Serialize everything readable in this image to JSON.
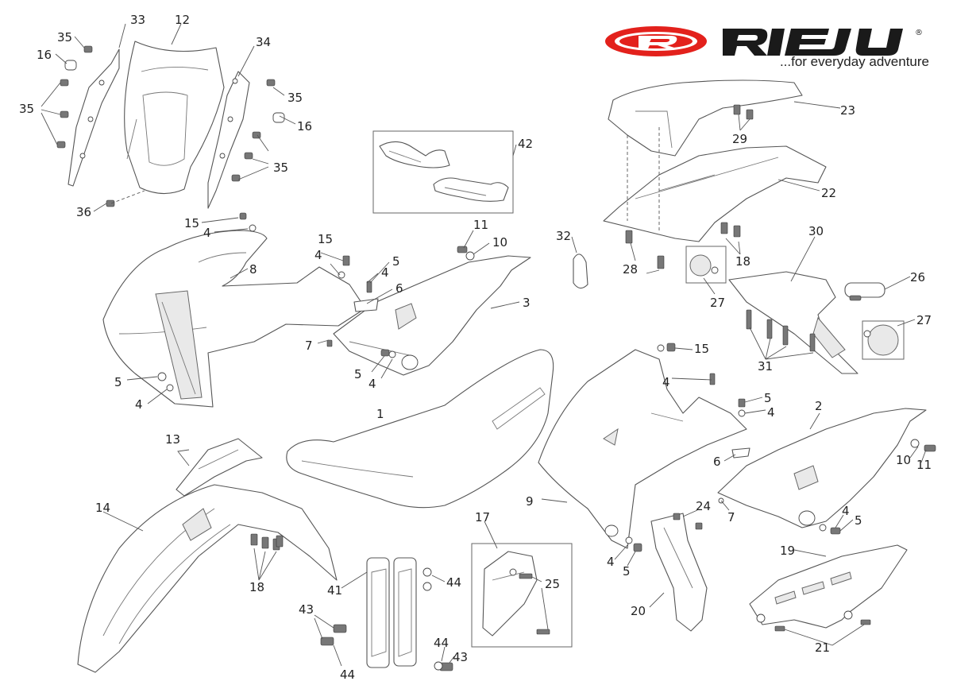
{
  "brand": {
    "name": "RIEJU",
    "logo_letter": "R",
    "registered_mark": "®",
    "tagline": "...for everyday adventure",
    "colors": {
      "logo_red": "#e3211c",
      "logo_black": "#1a1a1a"
    }
  },
  "callouts": {
    "c1": "1",
    "c2": "2",
    "c3": "3",
    "c4": "4",
    "c5": "5",
    "c6": "6",
    "c7": "7",
    "c8": "8",
    "c9": "9",
    "c10": "10",
    "c11": "11",
    "c12": "12",
    "c13": "13",
    "c14": "14",
    "c15": "15",
    "c16": "16",
    "c17": "17",
    "c18": "18",
    "c19": "19",
    "c20": "20",
    "c21": "21",
    "c22": "22",
    "c23": "23",
    "c24": "24",
    "c25": "25",
    "c26": "26",
    "c27": "27",
    "c28": "28",
    "c29": "29",
    "c30": "30",
    "c31": "31",
    "c32": "32",
    "c33": "33",
    "c34": "34",
    "c35": "35",
    "c36": "36",
    "c41": "41",
    "c42": "42",
    "c43": "43",
    "c44": "44"
  }
}
